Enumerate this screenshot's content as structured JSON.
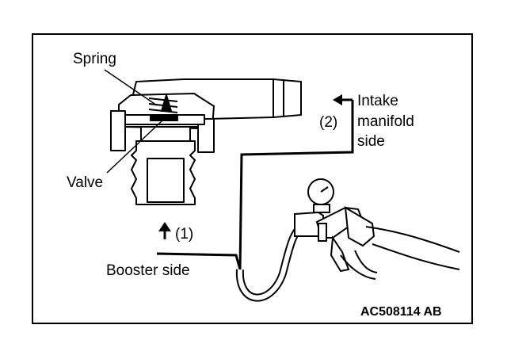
{
  "labels": {
    "spring": "Spring",
    "valve": "Valve",
    "port1": "(1)",
    "booster": "Booster side",
    "port2": "(2)",
    "intake1": "Intake",
    "intake2": "manifold",
    "intake3": "side"
  },
  "figure_code": "AC508114 AB"
}
